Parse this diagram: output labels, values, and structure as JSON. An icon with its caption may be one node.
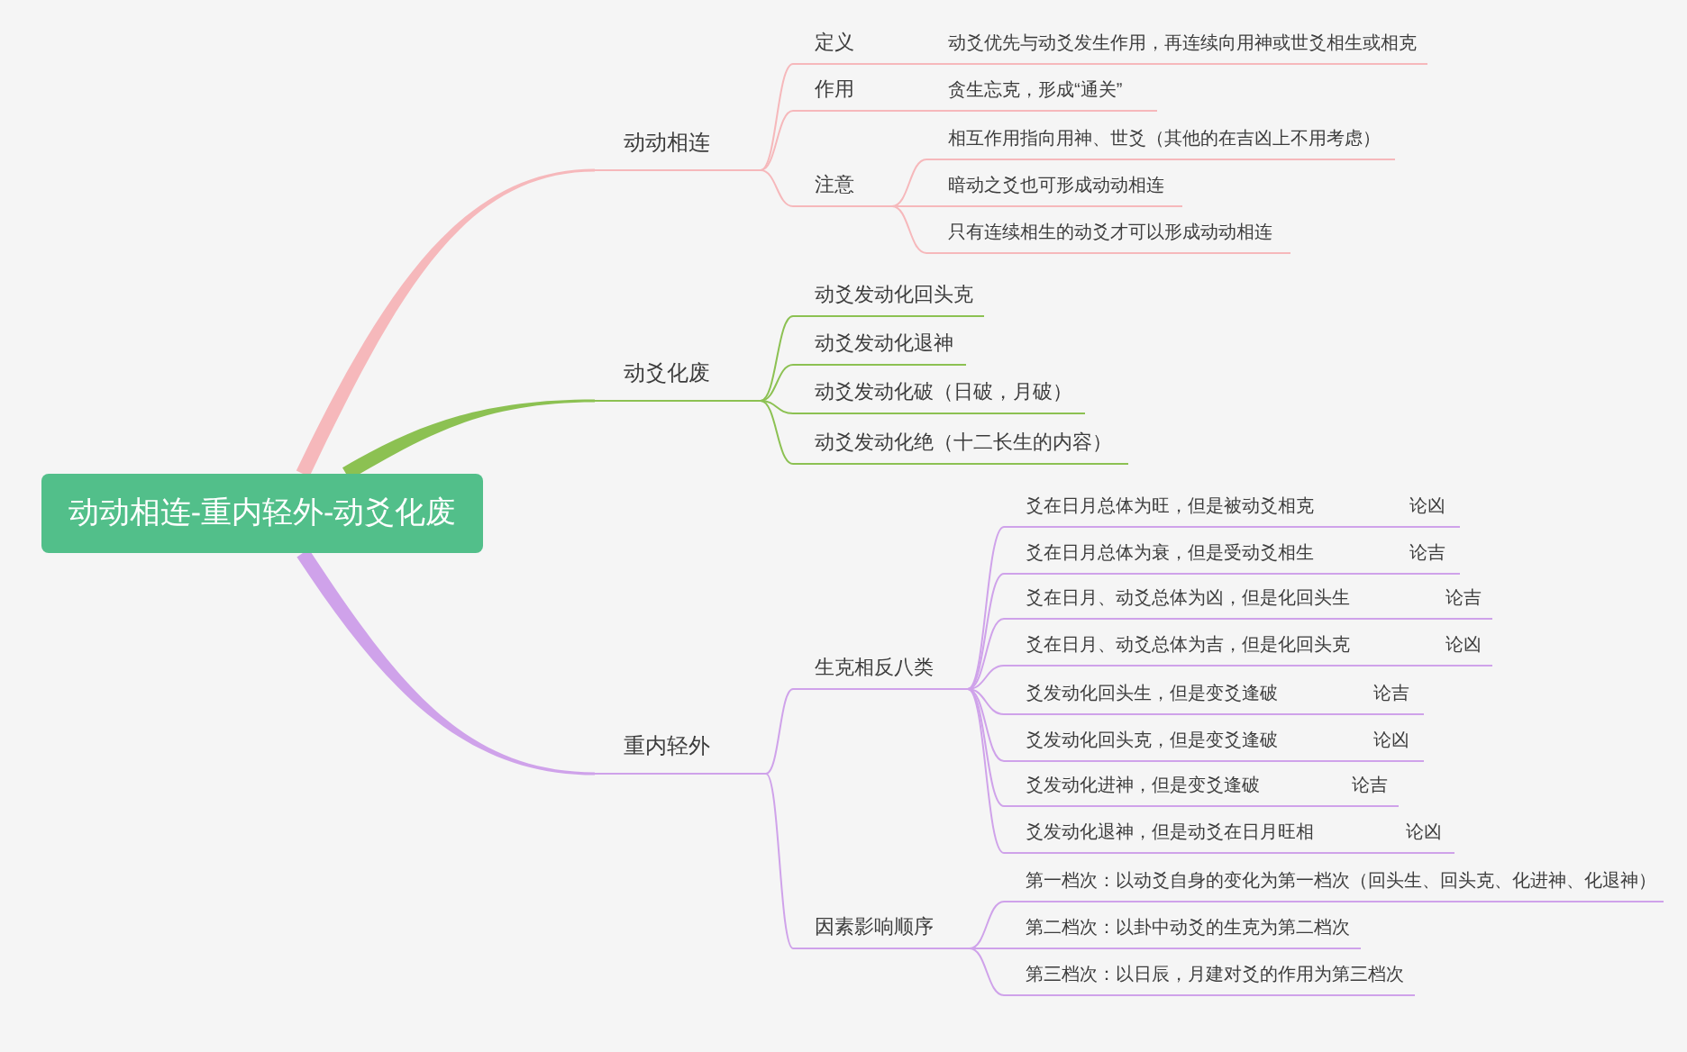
{
  "diagram": {
    "nodes": [
      {
        "text": [
          "动动相连-重内轻外-动爻化废"
        ]
      },
      {
        "text": [
          "动动相连"
        ]
      },
      {
        "text": [
          "定义"
        ]
      },
      {
        "text": [
          "动爻优先与动爻发生作用，再连续向用神或世爻相生或相克"
        ]
      },
      {
        "text": [
          "作用"
        ]
      },
      {
        "text": [
          "贪生忘克，形成“通关”"
        ]
      },
      {
        "text": [
          "注意"
        ]
      },
      {
        "text": [
          "相互作用指向用神、世爻（其他的在吉凶上不用考虑）"
        ]
      },
      {
        "text": [
          "暗动之爻也可形成动动相连"
        ]
      },
      {
        "text": [
          "只有连续相生的动爻才可以形成动动相连"
        ]
      },
      {
        "text": [
          "动爻化废"
        ]
      },
      {
        "text": [
          "动爻发动化回头克"
        ]
      },
      {
        "text": [
          "动爻发动化退神"
        ]
      },
      {
        "text": [
          "动爻发动化破（日破，月破）"
        ]
      },
      {
        "text": [
          "动爻发动化绝（十二长生的内容）"
        ]
      },
      {
        "text": [
          "重内轻外"
        ]
      },
      {
        "text": [
          "生克相反八类"
        ]
      },
      {
        "text": [
          "爻在日月总体为旺，但是被动爻相克",
          "论凶"
        ]
      },
      {
        "text": [
          "爻在日月总体为衰，但是受动爻相生",
          "论吉"
        ]
      },
      {
        "text": [
          "爻在日月、动爻总体为凶，但是化回头生",
          "论吉"
        ]
      },
      {
        "text": [
          "爻在日月、动爻总体为吉，但是化回头克",
          "论凶"
        ]
      },
      {
        "text": [
          "爻发动化回头生，但是变爻逢破",
          "论吉"
        ]
      },
      {
        "text": [
          "爻发动化回头克，但是变爻逢破",
          "论凶"
        ]
      },
      {
        "text": [
          "爻发动化进神，但是变爻逢破",
          "论吉"
        ]
      },
      {
        "text": [
          "爻发动化退神，但是动爻在日月旺相",
          "论凶"
        ]
      },
      {
        "text": [
          "因素影响顺序"
        ]
      },
      {
        "text": [
          "第一档次：以动爻自身的变化为第一档次（回头生、回头克、化进神、化退神）"
        ]
      },
      {
        "text": [
          "第二档次：以卦中动爻的生克为第二档次"
        ]
      },
      {
        "text": [
          "第三档次：以日辰，月建对爻的作用为第三档次"
        ]
      }
    ],
    "edges": [
      {
        "from": 0,
        "to": 1,
        "arrow": "none",
        "style": "thick",
        "color": "#f6b8bb"
      },
      {
        "from": 1,
        "to": 2,
        "arrow": "none",
        "color": "#f6b8bb"
      },
      {
        "from": 2,
        "to": 3,
        "arrow": "none",
        "color": "#f6b8bb"
      },
      {
        "from": 1,
        "to": 4,
        "arrow": "none",
        "color": "#f6b8bb"
      },
      {
        "from": 4,
        "to": 5,
        "arrow": "none",
        "color": "#f6b8bb"
      },
      {
        "from": 1,
        "to": 6,
        "arrow": "none",
        "color": "#f6b8bb"
      },
      {
        "from": 6,
        "to": 7,
        "arrow": "none",
        "color": "#f6b8bb"
      },
      {
        "from": 6,
        "to": 8,
        "arrow": "none",
        "color": "#f6b8bb"
      },
      {
        "from": 6,
        "to": 9,
        "arrow": "none",
        "color": "#f6b8bb"
      },
      {
        "from": 0,
        "to": 10,
        "arrow": "none",
        "style": "thick",
        "color": "#8cc152"
      },
      {
        "from": 10,
        "to": 11,
        "arrow": "none",
        "color": "#8cc152"
      },
      {
        "from": 10,
        "to": 12,
        "arrow": "none",
        "color": "#8cc152"
      },
      {
        "from": 10,
        "to": 13,
        "arrow": "none",
        "color": "#8cc152"
      },
      {
        "from": 10,
        "to": 14,
        "arrow": "none",
        "color": "#8cc152"
      },
      {
        "from": 0,
        "to": 15,
        "arrow": "none",
        "style": "thick"
      },
      {
        "from": 15,
        "to": 16,
        "arrow": "none"
      },
      {
        "from": 16,
        "to": 17,
        "arrow": "none"
      },
      {
        "from": 16,
        "to": 18,
        "arrow": "none"
      },
      {
        "from": 16,
        "to": 19,
        "arrow": "none"
      },
      {
        "from": 16,
        "to": 20,
        "arrow": "none"
      },
      {
        "from": 16,
        "to": 21,
        "arrow": "none"
      },
      {
        "from": 16,
        "to": 22,
        "arrow": "none"
      },
      {
        "from": 16,
        "to": 23,
        "arrow": "none"
      },
      {
        "from": 16,
        "to": 24,
        "arrow": "none"
      },
      {
        "from": 15,
        "to": 25,
        "arrow": "none"
      },
      {
        "from": 25,
        "to": 26,
        "arrow": "none"
      },
      {
        "from": 25,
        "to": 27,
        "arrow": "none"
      },
      {
        "from": 25,
        "to": 28,
        "arrow": "none"
      }
    ]
  }
}
